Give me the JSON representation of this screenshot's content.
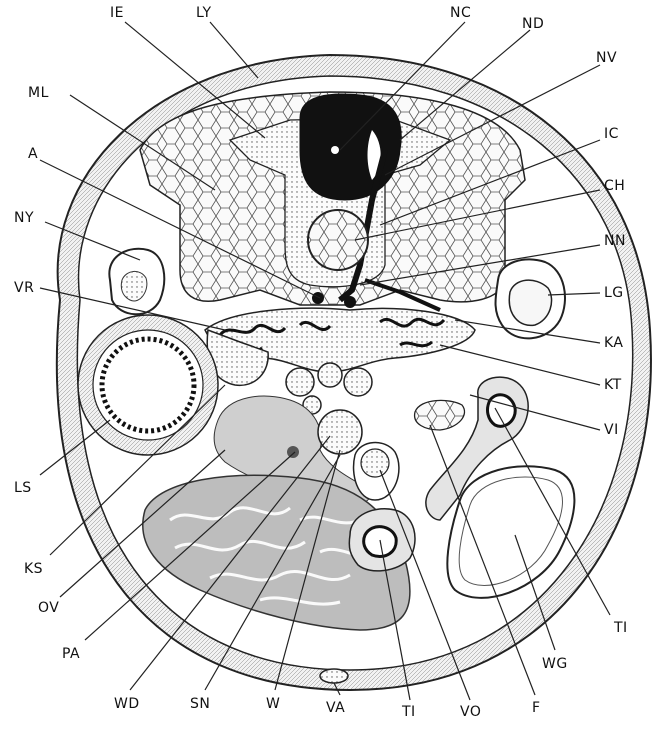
{
  "labels": {
    "IE": "IE",
    "LY": "LY",
    "NC": "NC",
    "ND": "ND",
    "NV": "NV",
    "ML": "ML",
    "IC": "IC",
    "A": "A",
    "CH": "CH",
    "NY": "NY",
    "NN": "NN",
    "VR": "VR",
    "LG": "LG",
    "KA": "KA",
    "KT": "KT",
    "VI": "VI",
    "LS": "LS",
    "KS": "KS",
    "OV": "OV",
    "TI_right": "TI",
    "PA": "PA",
    "WG": "WG",
    "WD": "WD",
    "SN": "SN",
    "W": "W",
    "VA": "VA",
    "TI_bottom": "TI",
    "VO": "VO",
    "F": "F"
  },
  "colors": {
    "ink": "#111111",
    "tissue": "#dcdcdc",
    "pale": "#f4f4f4",
    "background": "#ffffff"
  }
}
